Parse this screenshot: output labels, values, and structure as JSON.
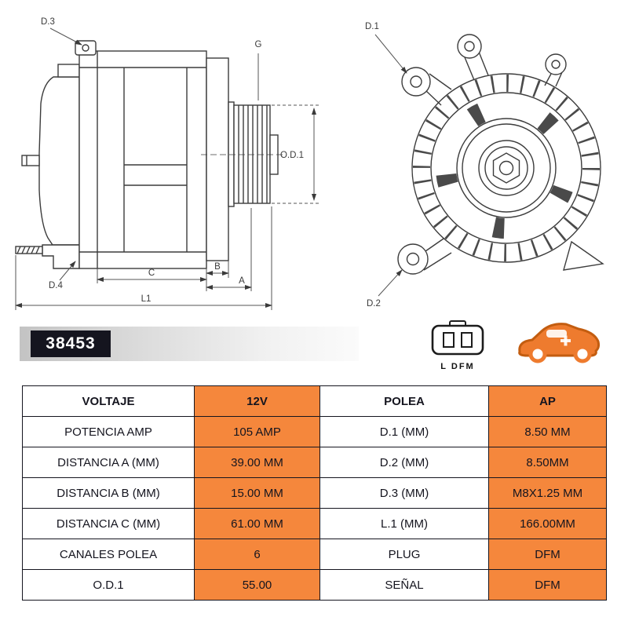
{
  "colors": {
    "accent_orange": "#F5873C",
    "part_box_bg": "#15151F",
    "car_orange": "#EE7B2E"
  },
  "part_number": "38453",
  "connector": {
    "label": "L DFM"
  },
  "diagram": {
    "side": {
      "d3": "D.3",
      "d4": "D.4",
      "g": "G",
      "od1": "O.D.1",
      "a": "A",
      "b": "B",
      "c": "C",
      "l1": "L1"
    },
    "front": {
      "d1": "D.1",
      "d2": "D.2"
    }
  },
  "table": {
    "rows": [
      {
        "c": [
          "VOLTAJE",
          "12V",
          "POLEA",
          "AP"
        ]
      },
      {
        "c": [
          "POTENCIA AMP",
          "105 AMP",
          "D.1 (MM)",
          "8.50 MM"
        ]
      },
      {
        "c": [
          "DISTANCIA A (MM)",
          "39.00 MM",
          "D.2 (MM)",
          "8.50MM"
        ]
      },
      {
        "c": [
          "DISTANCIA B (MM)",
          "15.00 MM",
          "D.3 (MM)",
          "M8X1.25 MM"
        ]
      },
      {
        "c": [
          "DISTANCIA C (MM)",
          "61.00 MM",
          "L.1 (MM)",
          "166.00MM"
        ]
      },
      {
        "c": [
          "CANALES POLEA",
          "6",
          "PLUG",
          "DFM"
        ]
      },
      {
        "c": [
          "O.D.1",
          "55.00",
          "SEÑAL",
          "DFM"
        ]
      }
    ]
  }
}
